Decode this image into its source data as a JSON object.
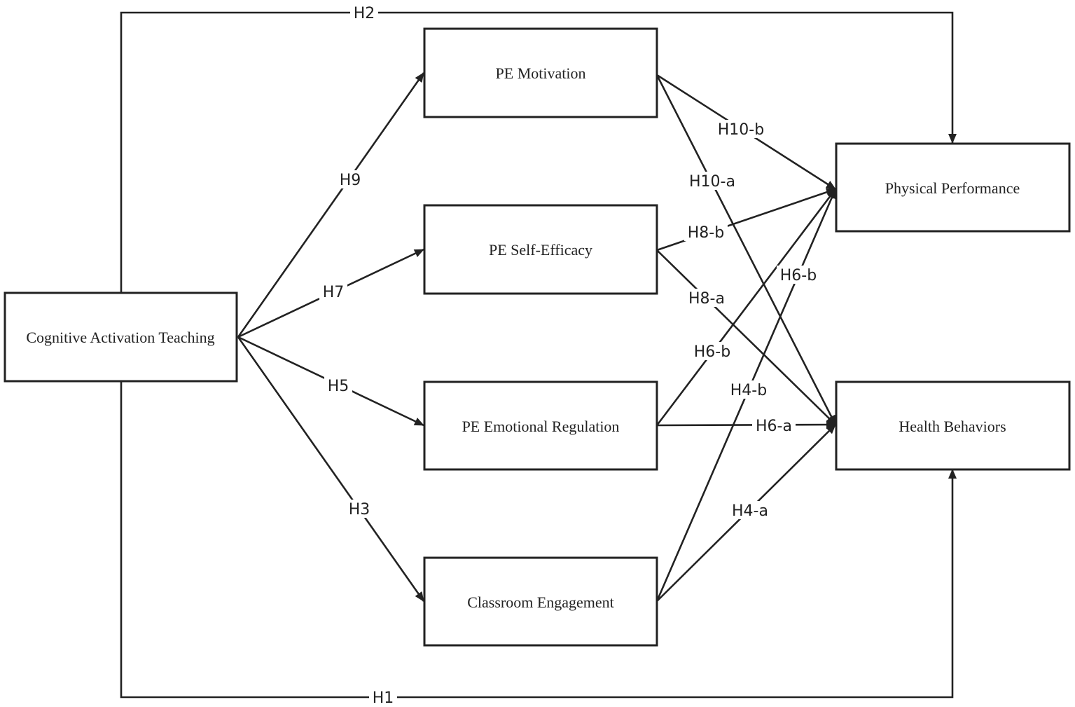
{
  "nodes": {
    "cognitive_activation_teaching": "Cognitive Activation Teaching",
    "pe_motivation": "PE Motivation",
    "pe_self_efficacy": "PE Self-Efficacy",
    "pe_emotional_regulation": "PE Emotional Regulation",
    "classroom_engagement": "Classroom Engagement",
    "physical_performance": "Physical Performance",
    "health_behaviors": "Health Behaviors"
  },
  "edges": {
    "h1": {
      "label": "H1",
      "from": "Cognitive Activation Teaching",
      "to": "Health Behaviors"
    },
    "h2": {
      "label": "H2",
      "from": "Cognitive Activation Teaching",
      "to": "Physical Performance"
    },
    "h3": {
      "label": "H3",
      "from": "Cognitive Activation Teaching",
      "to": "Classroom Engagement"
    },
    "h4a": {
      "label": "H4-a",
      "from": "Classroom Engagement",
      "to": "Health Behaviors"
    },
    "h4b": {
      "label": "H4-b",
      "from": "Classroom Engagement",
      "to": "Physical Performance"
    },
    "h5": {
      "label": "H5",
      "from": "Cognitive Activation Teaching",
      "to": "PE Emotional Regulation"
    },
    "h6a": {
      "label": "H6-a",
      "from": "PE Emotional Regulation",
      "to": "Health Behaviors"
    },
    "h6b_1": {
      "label": "H6-b",
      "from": "PE Emotional Regulation",
      "to": "Physical Performance"
    },
    "h6b_2": {
      "label": "H6-b"
    },
    "h7": {
      "label": "H7",
      "from": "Cognitive Activation Teaching",
      "to": "PE Self-Efficacy"
    },
    "h8a": {
      "label": "H8-a",
      "from": "PE Self-Efficacy",
      "to": "Health Behaviors"
    },
    "h8b": {
      "label": "H8-b",
      "from": "PE Self-Efficacy",
      "to": "Physical Performance"
    },
    "h9": {
      "label": "H9",
      "from": "Cognitive Activation Teaching",
      "to": "PE Motivation"
    },
    "h10a": {
      "label": "H10-a",
      "from": "PE Motivation",
      "to": "Health Behaviors"
    },
    "h10b": {
      "label": "H10-b",
      "from": "PE Motivation",
      "to": "Physical Performance"
    }
  }
}
